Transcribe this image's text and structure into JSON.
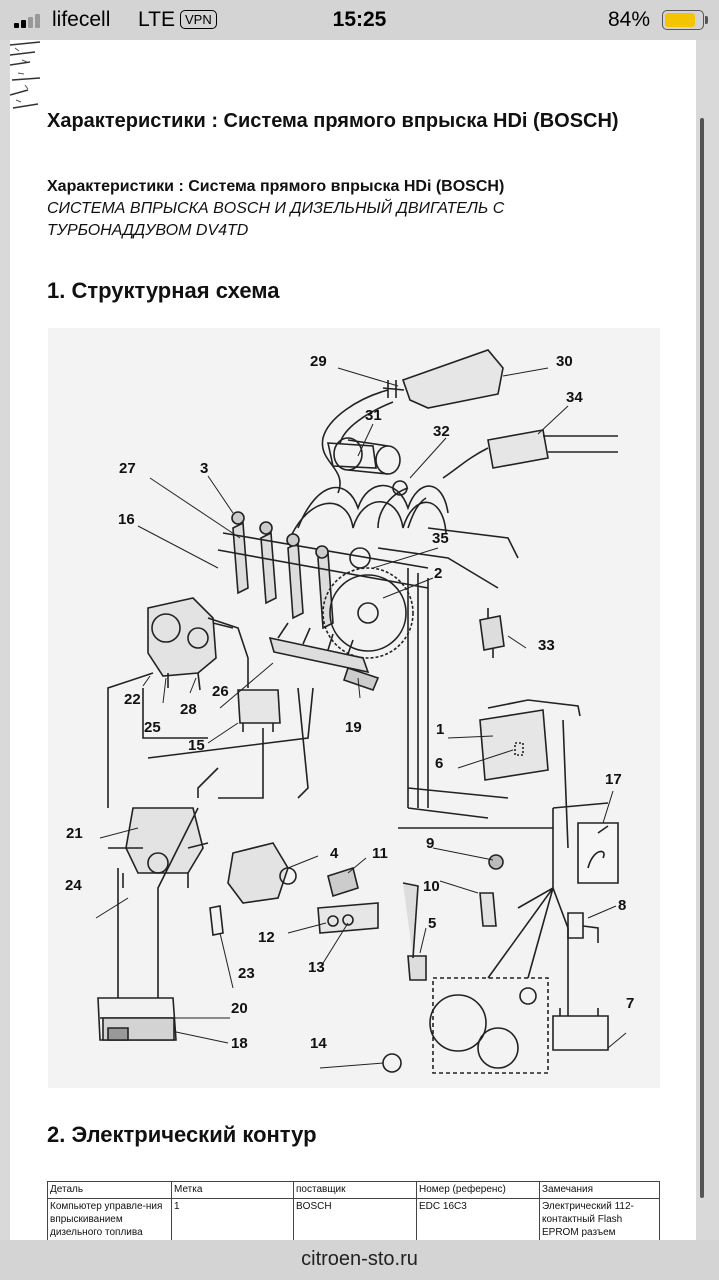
{
  "status_bar": {
    "carrier": "lifecell",
    "network": "LTE",
    "vpn": "VPN",
    "time": "15:25",
    "battery_percent": "84%",
    "battery_level": 0.84,
    "signal_bars": 2
  },
  "document": {
    "title": "Характеристики : Система прямого впрыска HDi (BOSCH)",
    "subtitle_bold": "Характеристики : Система прямого впрыска HDi (BOSCH)",
    "subtitle_italic": "СИСТЕМА ВПРЫСКА BOSCH И ДИЗЕЛЬНЫЙ ДВИГАТЕЛЬ С ТУРБОНАДДУВОМ DV4TD",
    "section1_heading": "1. Структурная схема",
    "section2_heading": "2. Электрический контур",
    "diagram_labels": [
      "29",
      "30",
      "34",
      "31",
      "32",
      "27",
      "3",
      "16",
      "35",
      "2",
      "33",
      "22",
      "25",
      "28",
      "26",
      "19",
      "15",
      "1",
      "6",
      "17",
      "21",
      "24",
      "4",
      "11",
      "9",
      "10",
      "8",
      "12",
      "13",
      "5",
      "23",
      "20",
      "18",
      "14",
      "7"
    ],
    "table": {
      "headers": [
        "Деталь",
        "Метка",
        "поставщик",
        "Номер (референс)",
        "Замечания"
      ],
      "row": [
        "Компьютер управле-ния впрыскиванием дизельного топлива",
        "1",
        "BOSCH",
        "EDC 16C3",
        "Электрический 112-контактный Flash EPROM разъем"
      ]
    }
  },
  "bottom_bar": {
    "url": "citroen-sto.ru"
  }
}
